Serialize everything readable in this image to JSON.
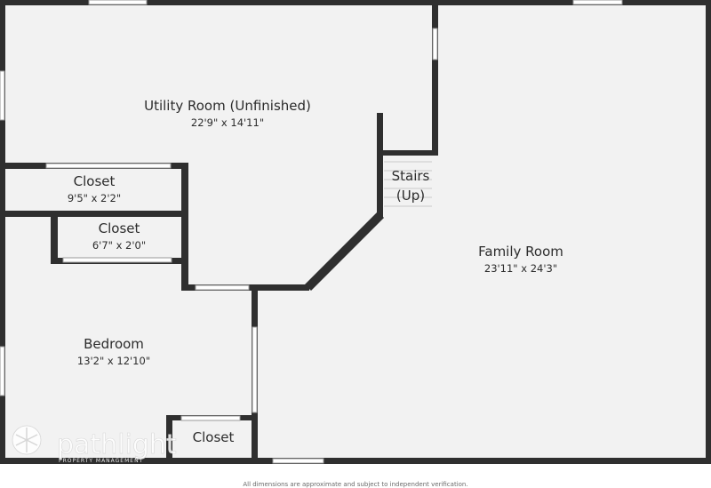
{
  "rooms": {
    "utility": {
      "name": "Utility Room (Unfinished)",
      "dims": "22'9\" x 14'11\""
    },
    "closet_top": {
      "name": "Closet",
      "dims": "9'5\" x 2'2\""
    },
    "closet_mid": {
      "name": "Closet",
      "dims": "6'7\" x 2'0\""
    },
    "stairs": {
      "name_line1": "Stairs",
      "name_line2": "(Up)"
    },
    "family": {
      "name": "Family Room",
      "dims": "23'11\" x 24'3\""
    },
    "bedroom": {
      "name": "Bedroom",
      "dims": "13'2\" x 12'10\""
    },
    "closet_bottom": {
      "name": "Closet"
    }
  },
  "watermark": {
    "brand": "pathlight",
    "tagline": "PROPERTY MANAGEMENT"
  },
  "footer": {
    "note": "All dimensions are approximate and subject to independent verification."
  },
  "colors": {
    "floor": "#f2f2f2",
    "wall": "#2f2f2f",
    "window": "#ffffff"
  }
}
